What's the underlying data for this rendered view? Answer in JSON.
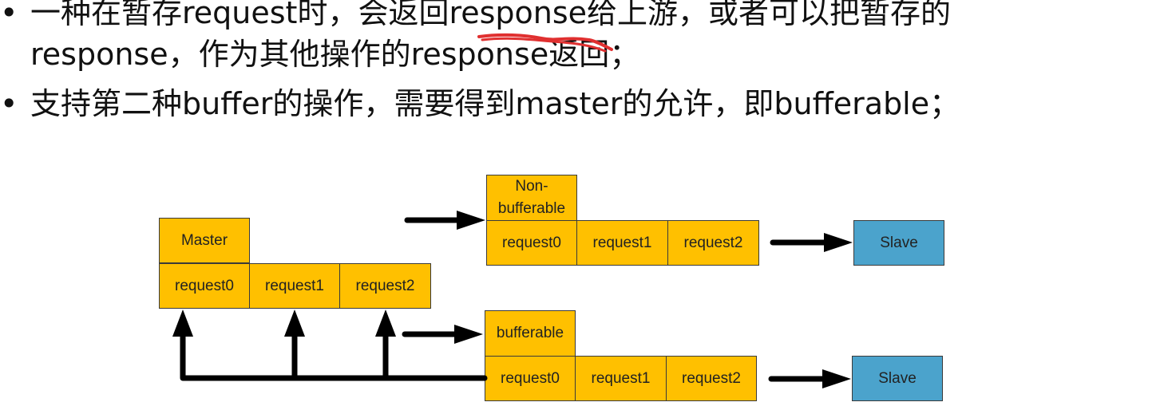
{
  "text": {
    "bullet_symbol": "•",
    "line1a": "一种在暂存request时，会返回response给上游，或者可以把暂存的",
    "line1b": "response，作为其他操作的response返回；",
    "line2": "支持第二种buffer的操作，需要得到master的允许，即bufferable；"
  },
  "diagram": {
    "master_label": "Master",
    "master_requests": [
      "request0",
      "request1",
      "request2"
    ],
    "nonbuf_label": "Non-\nbufferable",
    "nonbuf_requests": [
      "request0",
      "request1",
      "request2"
    ],
    "buf_label": "bufferable",
    "buf_requests": [
      "request0",
      "request1",
      "request2"
    ],
    "slave_top": "Slave",
    "slave_bottom": "Slave"
  },
  "colors": {
    "box_fill": "#ffc000",
    "slave_fill": "#4ba3cc",
    "scribble": "#e03030"
  }
}
